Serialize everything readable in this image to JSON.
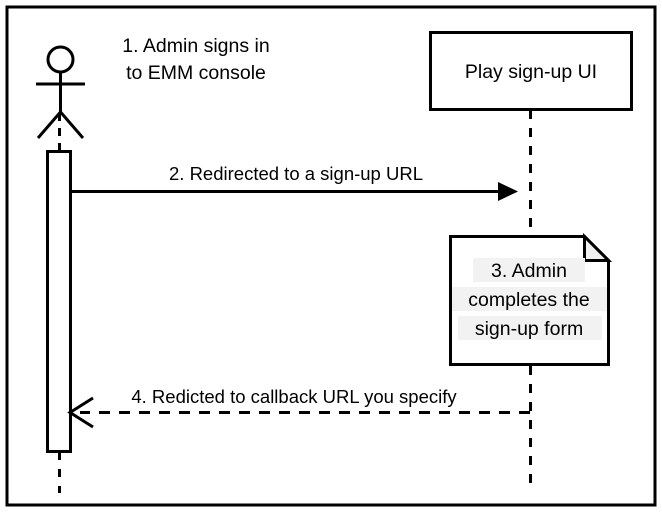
{
  "diagram": {
    "type": "uml-sequence-diagram",
    "border_color": "#000000",
    "background_color": "#ffffff",
    "line_color": "#000000",
    "note_fold_color": "#f0f0f0",
    "text_highlight_color": "#f2f2f2",
    "actor": {
      "icon": "stick-figure-actor-icon",
      "label_lines": [
        "1. Admin signs in",
        "to EMM console"
      ]
    },
    "participant_box": {
      "label": "Play sign-up UI"
    },
    "messages": [
      {
        "id": "message-2",
        "label": "2. Redirected to a sign-up URL",
        "style": "solid",
        "arrowhead": "filled",
        "direction": "right"
      },
      {
        "id": "message-4",
        "label": "4. Redicted to callback URL you specify",
        "style": "dashed",
        "arrowhead": "open",
        "direction": "left"
      }
    ],
    "note": {
      "shape": "folded-corner-note",
      "lines": [
        "3. Admin",
        "completes the",
        "sign-up form"
      ]
    }
  }
}
